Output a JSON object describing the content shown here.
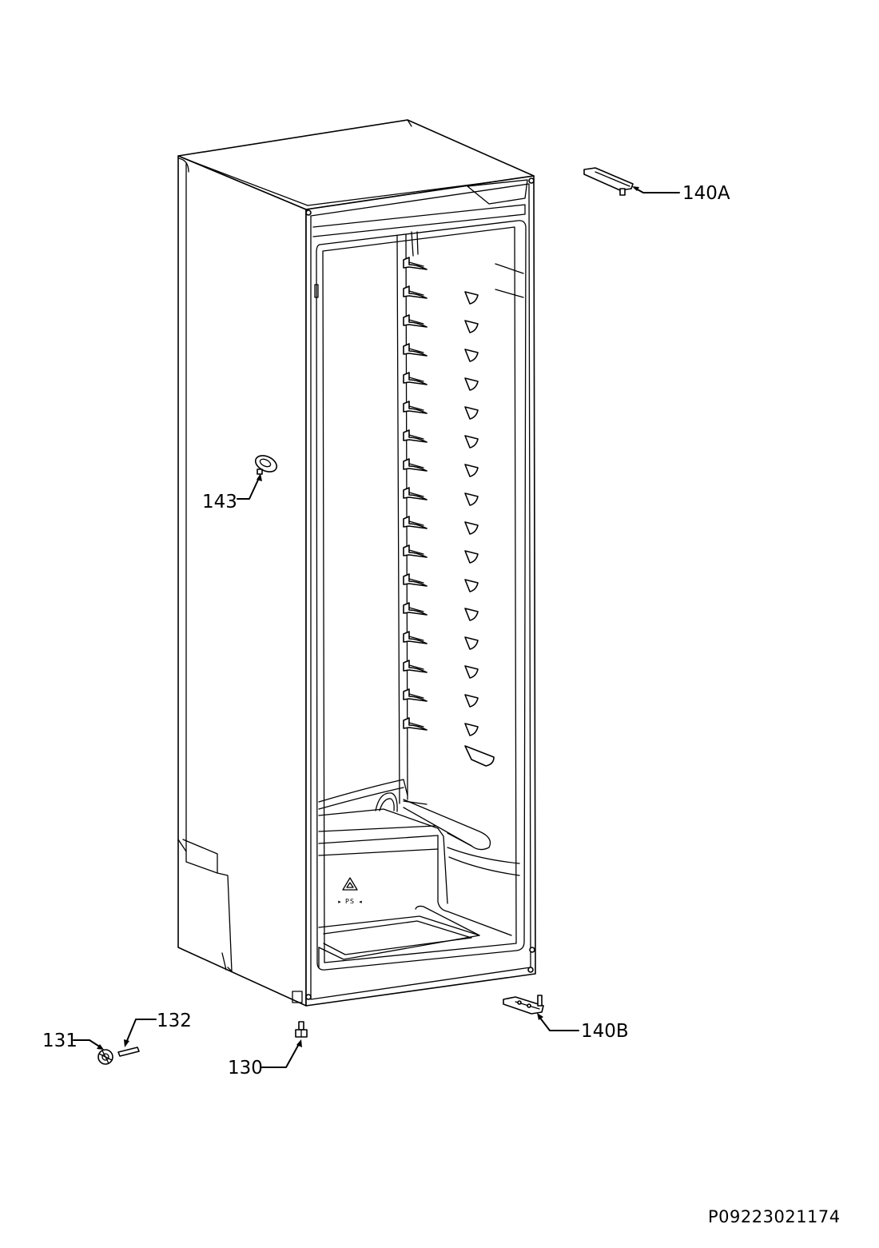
{
  "labels": {
    "part_140A": "140A",
    "part_143": "143",
    "part_140B": "140B",
    "part_131": "131",
    "part_132": "132",
    "part_130": "130",
    "recycle_code": "PS"
  },
  "document_code": "P09223021174"
}
